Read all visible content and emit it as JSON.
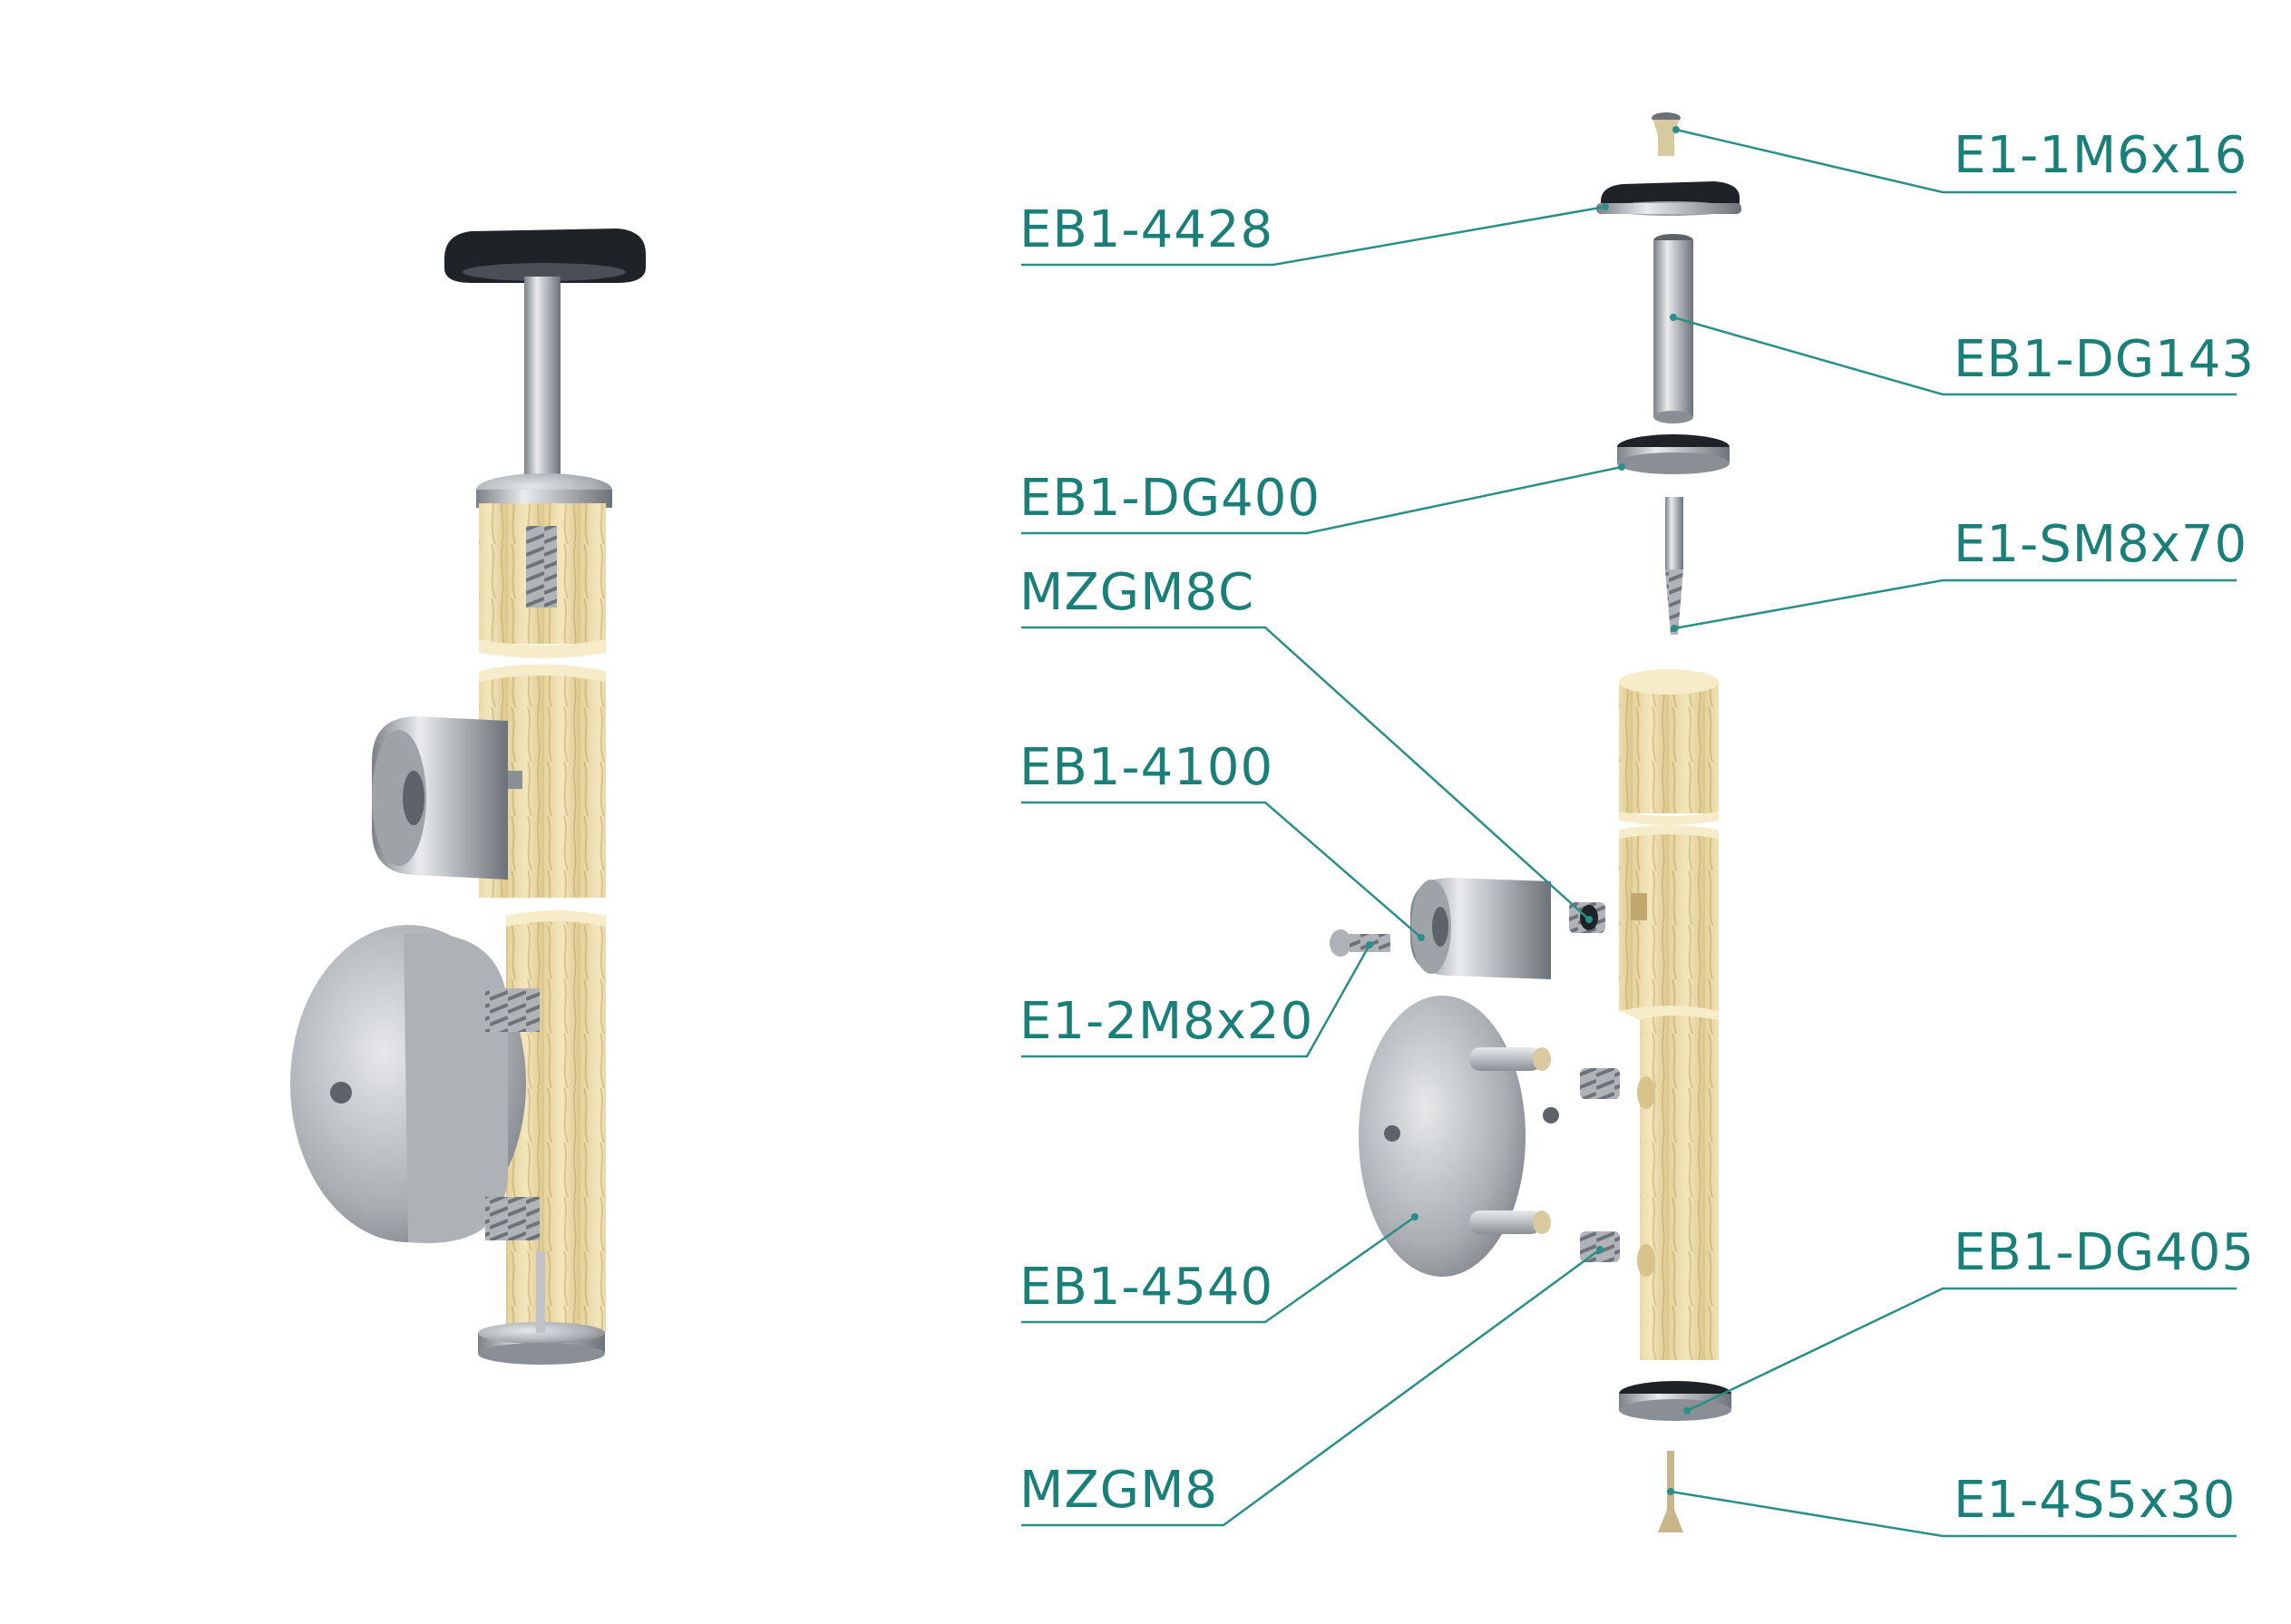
{
  "colors": {
    "label_teal": "#1a7f78",
    "leader_teal": "#2a8f88",
    "wood_light": "#efe0b0",
    "wood_grain": "#d8c48a",
    "steel_light": "#e4e6e8",
    "steel_mid": "#b7bbbf",
    "steel_dark": "#7c8187",
    "black_pad": "#1f2226"
  },
  "labels": {
    "e1_1m6x16": "E1-1M6x16",
    "eb1_4428": "EB1-4428",
    "eb1_dg143": "EB1-DG143",
    "eb1_dg400": "EB1-DG400",
    "e1_sm8x70": "E1-SM8x70",
    "mzgm8c": "MZGM8C",
    "eb1_4100": "EB1-4100",
    "e1_2m8x20": "E1-2M8x20",
    "eb1_4540": "EB1-4540",
    "eb1_dg405": "EB1-DG405",
    "mzgm8": "MZGM8",
    "e1_4s5x30": "E1-4S5x30"
  }
}
